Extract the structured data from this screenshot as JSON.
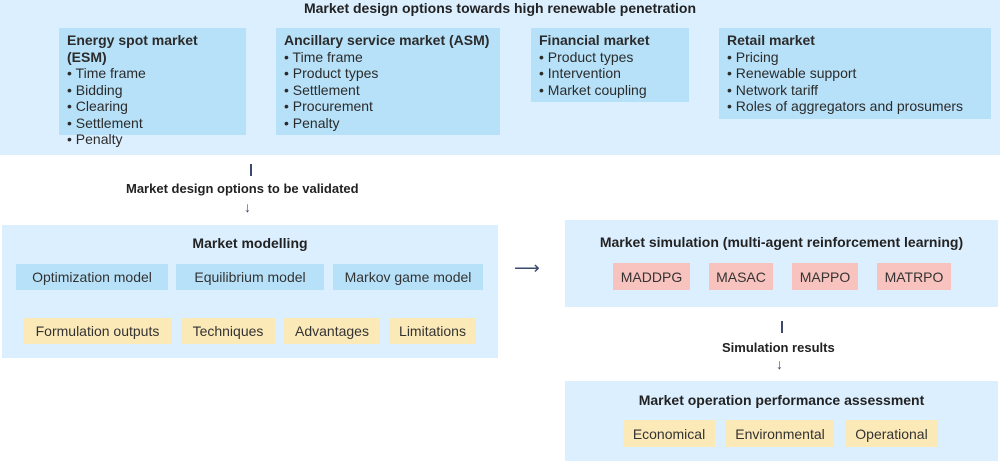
{
  "top": {
    "title": "Market design options towards high renewable penetration",
    "markets": [
      {
        "title": "Energy spot market (ESM)",
        "items": [
          "Time frame",
          "Bidding",
          "Clearing",
          "Settlement",
          "Penalty"
        ]
      },
      {
        "title": "Ancillary service market (ASM)",
        "items": [
          "Time frame",
          "Product types",
          "Settlement",
          "Procurement",
          "Penalty"
        ]
      },
      {
        "title": "Financial market",
        "items": [
          "Product types",
          "Intervention",
          "Market coupling"
        ]
      },
      {
        "title": "Retail market",
        "items": [
          "Pricing",
          "Renewable support",
          "Network tariff",
          "Roles of aggregators and prosumers"
        ]
      }
    ]
  },
  "arrow1_label": "Market design options to be validated",
  "modelling": {
    "title": "Market modelling",
    "models": [
      "Optimization model",
      "Equilibrium model",
      "Markov game model"
    ],
    "aspects": [
      "Formulation outputs",
      "Techniques",
      "Advantages",
      "Limitations"
    ]
  },
  "simulation": {
    "title": "Market simulation (multi-agent reinforcement learning)",
    "algorithms": [
      "MADDPG",
      "MASAC",
      "MAPPO",
      "MATRPO"
    ]
  },
  "arrow2_label": "Simulation results",
  "assessment": {
    "title": "Market operation performance assessment",
    "criteria": [
      "Economical",
      "Environmental",
      "Operational"
    ]
  }
}
